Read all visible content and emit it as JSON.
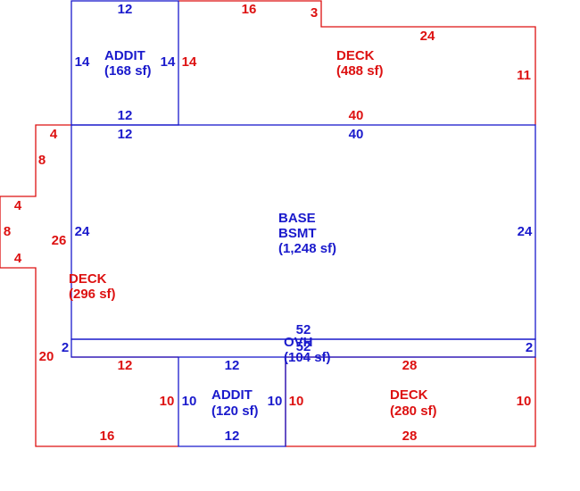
{
  "colors": {
    "blue": "#1a1acc",
    "red": "#dd1111"
  },
  "areas": {
    "addit_top": {
      "name": "ADDIT",
      "size": "(168 sf)"
    },
    "deck_top": {
      "name": "DECK",
      "size": "(488 sf)"
    },
    "base": {
      "name1": "BASE",
      "name2": "BSMT",
      "size": "(1,248 sf)"
    },
    "deck_left": {
      "name": "DECK",
      "size": "(296 sf)"
    },
    "ovh": {
      "name": "OVH",
      "size": "(104 sf)"
    },
    "addit_bottom": {
      "name": "ADDIT",
      "size": "(120 sf)"
    },
    "deck_bottom": {
      "name": "DECK",
      "size": "(280 sf)"
    }
  },
  "dims": {
    "addit_top_top": "12",
    "addit_top_left": "14",
    "addit_top_right": "14",
    "addit_top_bottom": "12",
    "deck_top_top": "16",
    "deck_top_step": "3",
    "deck_top_top2": "24",
    "deck_top_left": "14",
    "deck_top_right": "11",
    "deck_top_bottom": "40",
    "base_top_left": "12",
    "base_top_right": "40",
    "base_left": "24",
    "base_right": "24",
    "base_bottom": "52",
    "ovh_top": "52",
    "ovh_left": "2",
    "ovh_right": "2",
    "deck_left_4a": "4",
    "deck_left_8a": "8",
    "deck_left_4b": "4",
    "deck_left_8b": "8",
    "deck_left_4c": "4",
    "deck_left_26": "26",
    "deck_left_20": "20",
    "deck_left_12": "12",
    "deck_left_10": "10",
    "deck_left_16": "16",
    "addit_bottom_top": "12",
    "addit_bottom_left": "10",
    "addit_bottom_right": "10",
    "addit_bottom_bottom": "12",
    "deck_bottom_top": "28",
    "deck_bottom_left": "10",
    "deck_bottom_right": "10",
    "deck_bottom_bottom": "28"
  }
}
